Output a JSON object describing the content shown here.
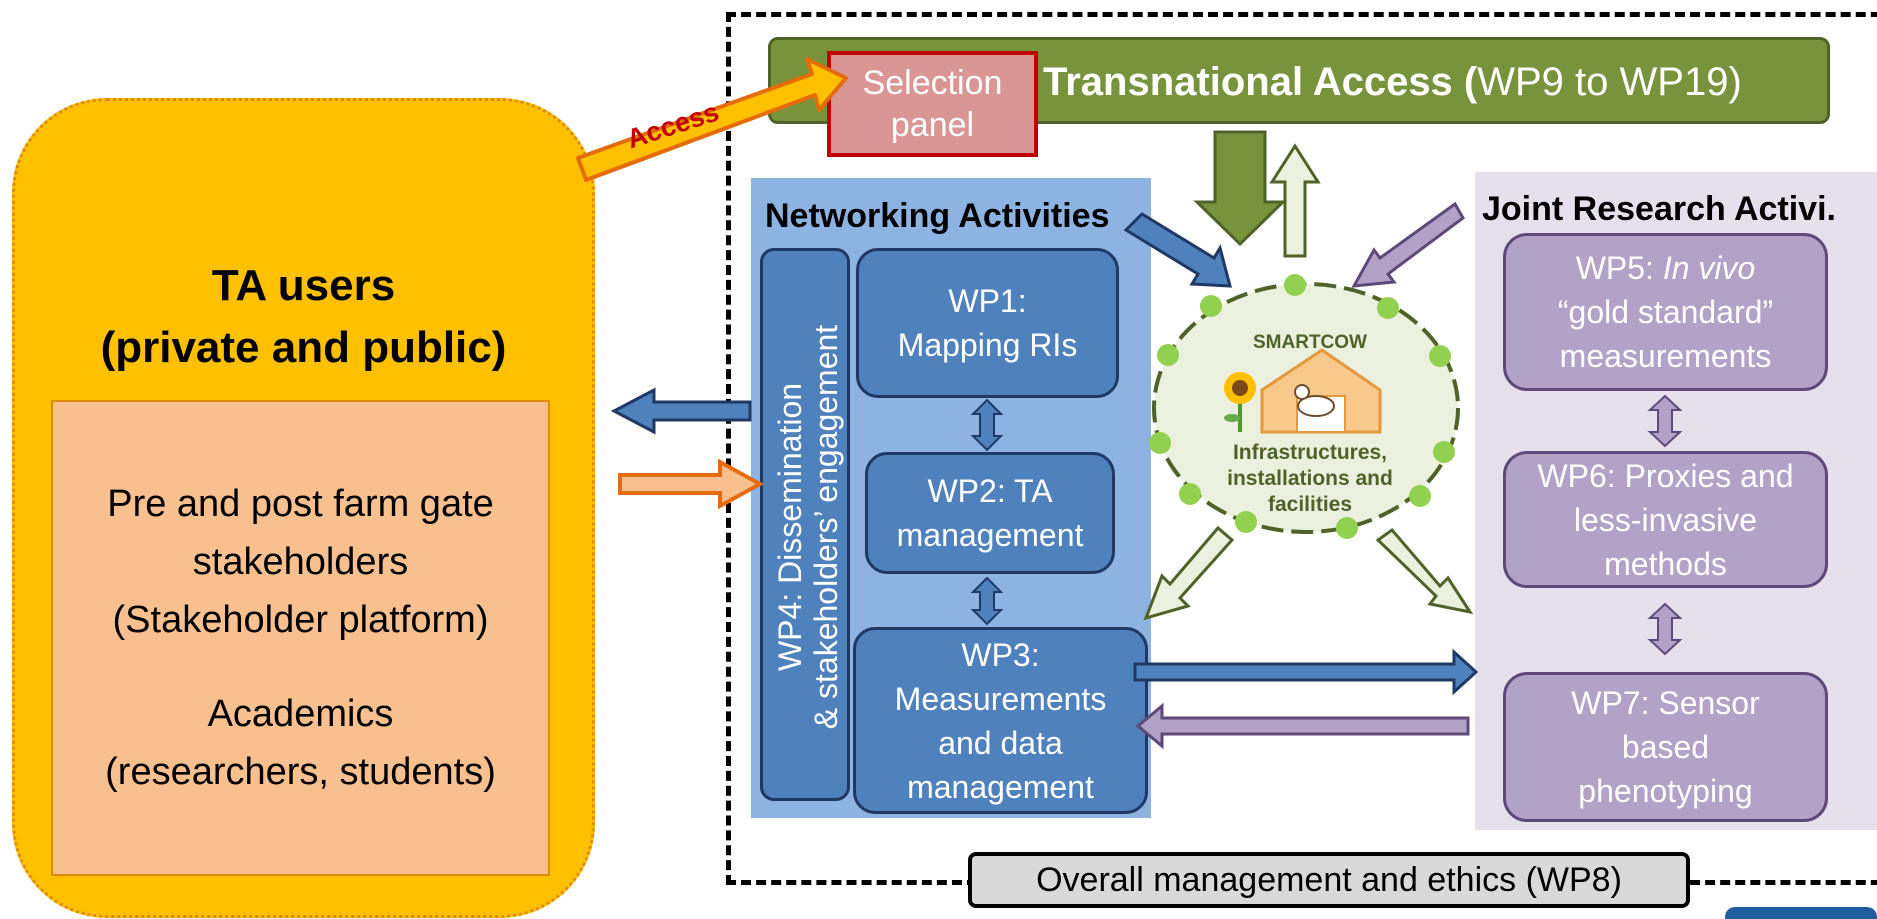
{
  "ta_users": {
    "title_line1": "TA users",
    "title_line2": "(private and public)",
    "stakeholders": "Pre and post farm gate\nstakeholders\n(Stakeholder platform)",
    "academics": "Academics\n(researchers, students)"
  },
  "access_label": "Access",
  "transnational_access": {
    "bold_text": "Transnational Access (",
    "normal_text": "WP9 to WP19)"
  },
  "selection_panel": "Selection\npanel",
  "networking": {
    "title": "Networking Activities",
    "wp4": "WP4: Dissemination\n& stakeholders’ engagement",
    "wp1": "WP1:\nMapping RIs",
    "wp2": "WP2: TA\nmanagement",
    "wp3": "WP3:\nMeasurements\nand data\nmanagement"
  },
  "smartcow": {
    "name": "SMARTCOW",
    "subtitle": "Infrastructures,\ninstallations and\nfacilities"
  },
  "jra": {
    "title": "Joint Research Activi.",
    "wp5_prefix": "WP5: ",
    "wp5_italic": "In vivo",
    "wp5_rest": "“gold standard”\nmeasurements",
    "wp6": "WP6: Proxies and\nless-invasive\nmethods",
    "wp7": "WP7: Sensor\nbased\nphenotyping"
  },
  "overall": "Overall management and ethics (WP8)",
  "colors": {
    "ta_users_fill": "#ffc000",
    "stakeholder_fill": "#f8bf8f",
    "green_bar": "#77933c",
    "selection_fill": "#da9694",
    "networking_bg": "#8db3e2",
    "blue_box": "#4f81bd",
    "jra_bg": "#e5e0ec",
    "purple_box": "#b2a2c7",
    "overall_fill": "#d9d9d9"
  }
}
